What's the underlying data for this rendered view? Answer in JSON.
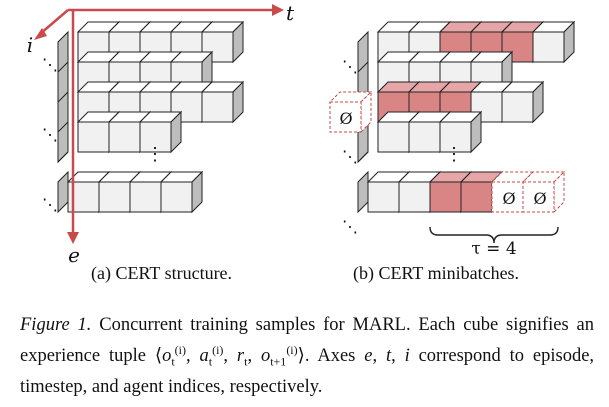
{
  "figure": {
    "axis_t": "t",
    "axis_i": "i",
    "axis_e": "e",
    "vdots": "⋮",
    "ddots": "⋱",
    "null_symbol": "Ø",
    "tau_label": "τ = 4",
    "colors": {
      "accent": "#c94a4a",
      "highlight": "#d98586",
      "cube_face": "#f1f1f1",
      "cube_side": "#bdbdbd",
      "stroke": "#222222"
    }
  },
  "subcaptions": {
    "a": "(a) CERT structure.",
    "b": "(b) CERT minibatches."
  },
  "caption": {
    "label": "Figure 1.",
    "text1": " Concurrent training samples for MARL. Each cube signifies an experience tuple ",
    "text2": ". Axes ",
    "text3": ", ",
    "text4": ", ",
    "text5": " correspond to episode, timestep, and agent indices, respectively.",
    "var_e": "e",
    "var_t": "t",
    "var_i": "i",
    "tuple": {
      "open": "⟨",
      "o": "o",
      "a": "a",
      "r": "r",
      "comma": ", ",
      "sub_t": "t",
      "sub_t1": "t+1",
      "sup_i": "(i)",
      "close": "⟩"
    }
  }
}
